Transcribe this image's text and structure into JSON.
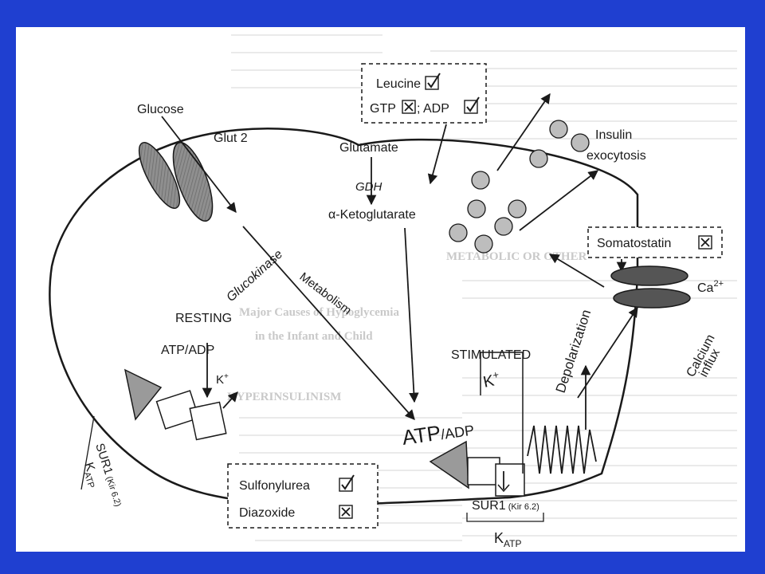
{
  "colors": {
    "background": "#1f3fd0",
    "slide": "#ffffff",
    "ink": "#1a1a1a",
    "channel_fill": "#8f8f8f",
    "calcium_channel_fill": "#555555",
    "granule_fill": "#bdbdbd",
    "show_through": "#c9c9c9"
  },
  "labels": {
    "glucose": "Glucose",
    "glut2": "Glut 2",
    "glucokinase": "Glucokinase",
    "metabolism": "Metabolism",
    "resting": "RESTING",
    "atp_adp_resting": "ATP/ADP",
    "k_plus_left": "K",
    "k_plus_left_sup": "+",
    "sur1_left": "SUR1",
    "kir_left": "(Kir 6.2)",
    "katp_left": "K",
    "katp_left_sub": "ATP",
    "glutamate": "Glutamate",
    "gdh": "GDH",
    "alpha_kg": "α-Ketoglutarate",
    "leucine": "Leucine",
    "gtp": "GTP",
    "adp": "; ADP",
    "insulin": "Insulin",
    "exocytosis": "exocytosis",
    "somatostatin": "Somatostatin",
    "ca2": "Ca",
    "ca2_sup": "2+",
    "calcium": "Calcium",
    "influx": "influx",
    "depolarization": "Depolarization",
    "stimulated": "STIMULATED",
    "k_plus_right": "K",
    "k_plus_right_sup": "+",
    "atp_big": "ATP",
    "adp_big": "/ADP",
    "sur1_right": "SUR1",
    "kir_right": "(Kir 6.2)",
    "katp_right": "K",
    "katp_right_sub": "ATP",
    "sulfonylurea": "Sulfonylurea",
    "diazoxide": "Diazoxide"
  },
  "marks": {
    "leucine": "checked",
    "gtp": "crossed",
    "adp": "checked",
    "somatostatin": "crossed",
    "sulfonylurea": "checked",
    "diazoxide": "crossed"
  },
  "show_through_text": {
    "heading_1": "Major Causes of Hypoglycemia",
    "heading_2": "in the Infant and Child",
    "heading_3": "HYPERINSULINISM",
    "heading_4": "METABOLIC OR OTHER"
  }
}
